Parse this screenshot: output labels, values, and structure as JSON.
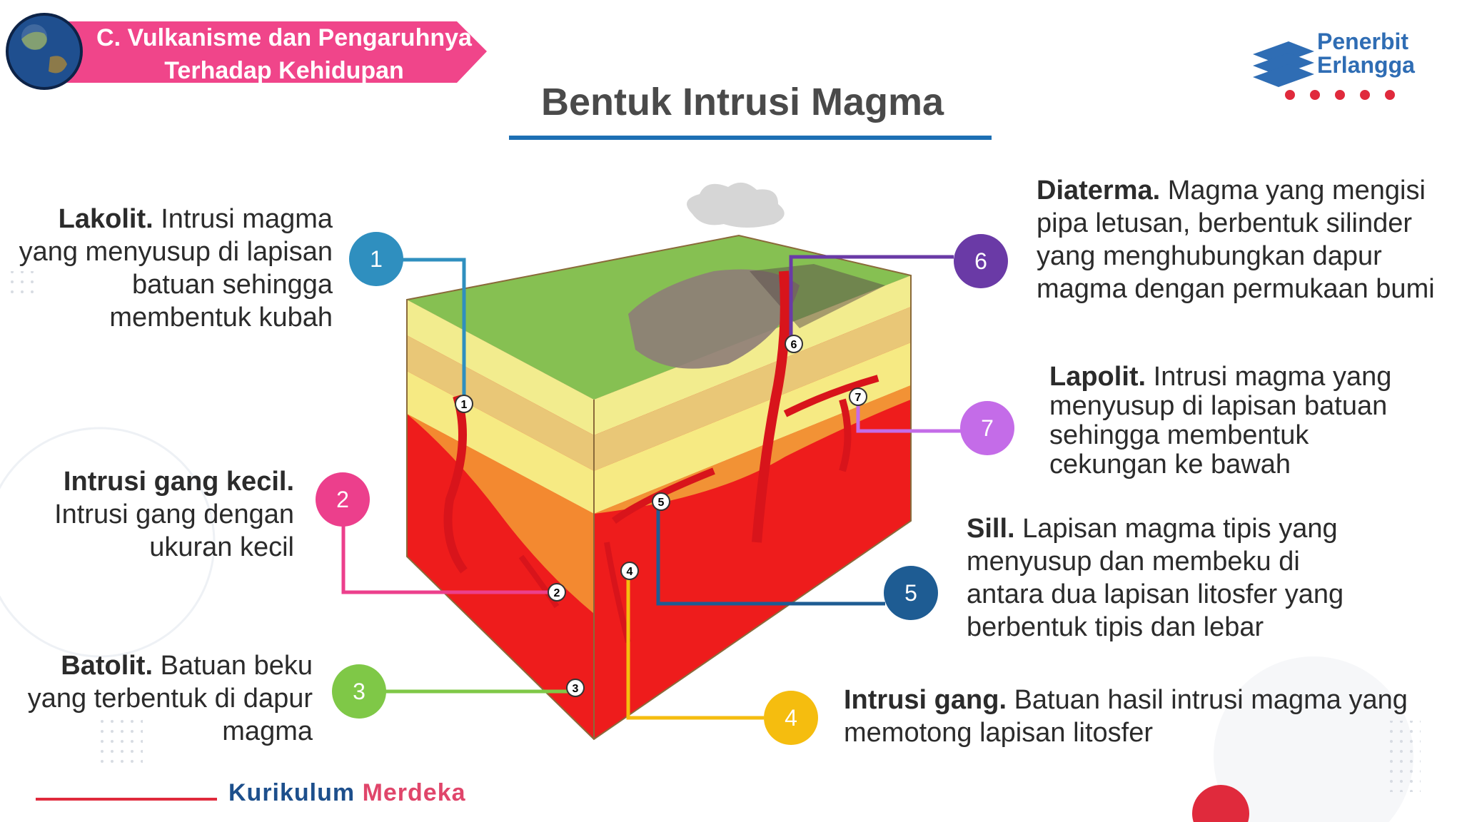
{
  "header": {
    "line1": "C. Vulkanisme dan Pengaruhnya",
    "line2": "Terhadap Kehidupan",
    "color": "#f0458a"
  },
  "title": "Bentuk Intrusi Magma",
  "logo": {
    "line1": "Penerbit",
    "line2": "Erlangga"
  },
  "footer": {
    "word1": "Kurikulum",
    "word2": "Merdeka"
  },
  "items": [
    {
      "num": "1",
      "color": "#2f8fbf",
      "term": "Lakolit.",
      "text": "Intrusi magma yang menyusup di lapisan batuan sehingga membentuk kubah"
    },
    {
      "num": "2",
      "color": "#ec3f8c",
      "term": "Intrusi gang kecil.",
      "text": "Intrusi gang dengan ukuran kecil"
    },
    {
      "num": "3",
      "color": "#7fc847",
      "term": "Batolit.",
      "text": "Batuan beku yang terbentuk di dapur magma"
    },
    {
      "num": "4",
      "color": "#f5bd0f",
      "term": "Intrusi gang.",
      "text": "Batuan hasil intrusi magma yang memotong lapisan litosfer"
    },
    {
      "num": "5",
      "color": "#1e5c93",
      "term": "Sill.",
      "text": "Lapisan magma tipis yang menyusup dan membeku di antara dua lapisan litosfer yang berbentuk tipis dan lebar"
    },
    {
      "num": "6",
      "color": "#6a3aa6",
      "term": "Diaterma.",
      "text": "Magma yang mengisi pipa letusan, berbentuk silinder yang menghubungkan dapur magma dengan permukaan bumi"
    },
    {
      "num": "7",
      "color": "#c46ce8",
      "term": "Lapolit.",
      "text": "Intrusi magma yang menyusup di lapisan batuan sehingga membentuk cekungan ke bawah"
    }
  ]
}
